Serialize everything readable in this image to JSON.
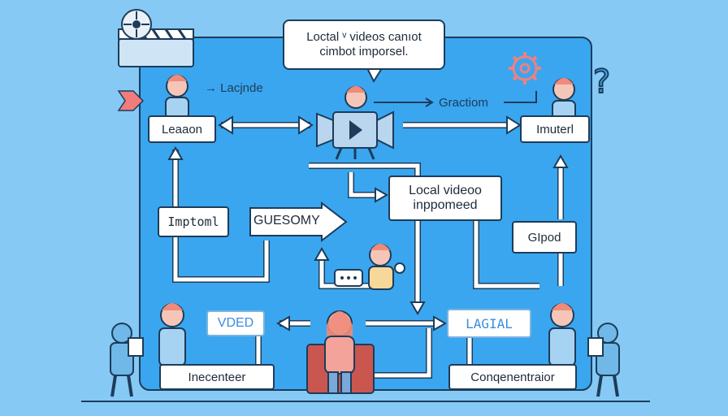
{
  "speech_bubble": {
    "line1": "Loctal ᵛ videos canıot",
    "line2": "cimbot imporsel."
  },
  "labels": {
    "lacjnde": "→ Lacjnde",
    "gractiom": "Gractiom"
  },
  "boxes": {
    "leaaon": "Leaaon",
    "imuterl": "Imuterl",
    "local_video": {
      "line1": "Local videoo",
      "line2": "inppomeed"
    },
    "imptoml": "Imptoml",
    "guesomy": "GUESOMY",
    "gipod": "GIpod",
    "vded": "VDED",
    "lagial": "LAGIAL",
    "inecenteer": "Inecenteer",
    "conqenentraior": "Conqenentraior"
  },
  "icons": [
    "film-clapper-icon",
    "gear-icon",
    "question-mark-icon",
    "camera-play-icon",
    "chat-bubble-icon",
    "red-flag-arrow-icon"
  ],
  "colors": {
    "background": "#86c9f5",
    "panel": "#3aa6ef",
    "outline": "#1d3c5a",
    "accent_pink": "#f08080",
    "blue_text": "#3a8de0"
  }
}
